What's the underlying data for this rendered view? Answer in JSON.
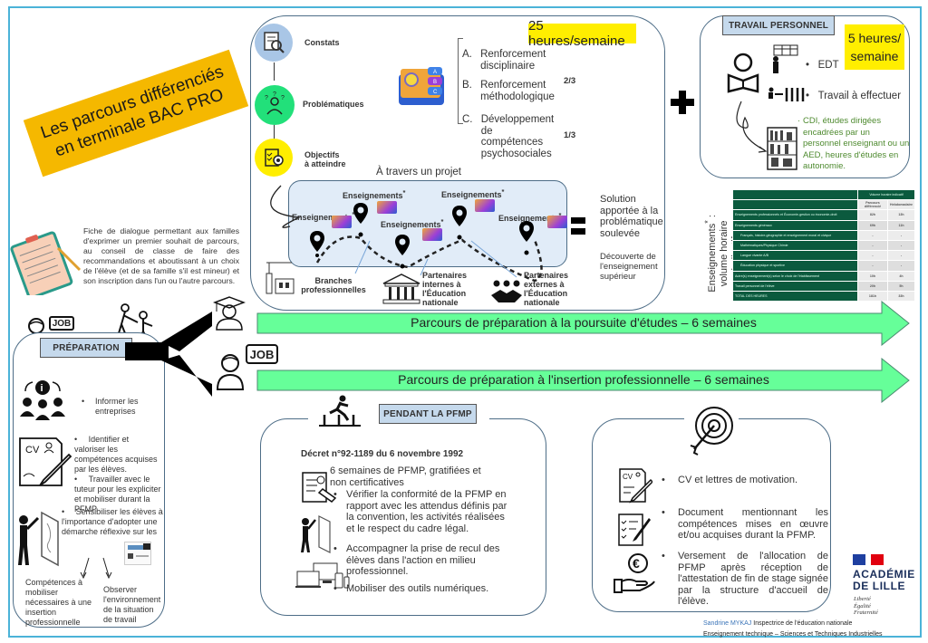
{
  "title": {
    "line1": "Les parcours différenciés",
    "line2": "en terminale BAC PRO"
  },
  "colors": {
    "frame": "#4bb3d8",
    "title_banner": "#f5b800",
    "hour_tag": "#ffee00",
    "arrow_fill": "#66ff99",
    "header_box": "#c5d9ec",
    "table_header": "#0b5a3e"
  },
  "project_box": {
    "hours_tag": "25 heures/semaine",
    "steps": [
      {
        "label": "Constats",
        "icon": "document-search-icon"
      },
      {
        "label": "Problématiques",
        "icon": "person-questions-icon"
      },
      {
        "label": "Objectifs\nà atteindre",
        "icon": "checklist-target-icon"
      }
    ],
    "options": [
      {
        "letter": "A.",
        "label": "Renforcement disciplinaire"
      },
      {
        "letter": "B.",
        "label": "Renforcement méthodologique"
      },
      {
        "letter": "C.",
        "label": "Développement de compétences psychosociales"
      }
    ],
    "fraction_ab": "2/3",
    "fraction_c": "1/3",
    "project_title": "À travers un projet",
    "pin_label": "Enseignements",
    "pin_star": "*",
    "partners": [
      {
        "label": "Branches professionnelles",
        "icon": "factory-icon"
      },
      {
        "label": "Partenaires internes à l'Éducation nationale",
        "icon": "institution-icon"
      },
      {
        "label": "Partenaires externes à l'Éducation nationale",
        "icon": "handshake-icon"
      }
    ],
    "solution": "Solution apportée à la problématique soulevée",
    "discovery": "Découverte de l'enseignement supérieur"
  },
  "personal_work": {
    "header": "TRAVAIL PERSONNEL",
    "hours_line1": "5 heures/",
    "hours_line2": "semaine",
    "items": [
      {
        "label": "EDT"
      },
      {
        "label": "Travail à effectuer"
      }
    ],
    "cdi_text": "CDI, études dirigées encadrées par un personnel enseignant ou un AED, heures d'études en autonomie."
  },
  "timetable": {
    "side_label_1": "Enseignements",
    "side_label_star": "*",
    "side_label_2": "volume horaire indicatif",
    "header": "Volume horaire indicatif",
    "col1": "Parcours différencié",
    "col2": "Hebdomadaire",
    "rows": [
      {
        "label": "Enseignements professionnels et Économie-gestion ou économie-droit",
        "v1": "82h",
        "v2": "13h"
      },
      {
        "label": "Enseignements généraux",
        "v1": "69h",
        "v2": "11h"
      },
      {
        "label": "Français, histoire-géographie et enseignement moral et civique",
        "v1": "-",
        "v2": "-"
      },
      {
        "label": "Mathématiques/Physique Chimie",
        "v1": "-",
        "v2": "-"
      },
      {
        "label": "Langue vivante A/B",
        "v1": "-",
        "v2": "-"
      },
      {
        "label": "Éducation physique et sportive",
        "v1": "-",
        "v2": "-"
      },
      {
        "label": "Autre(s) enseignement(s) selon le choix de l'établissement",
        "v1": "10h",
        "v2": "4h"
      },
      {
        "label": "Travail personnel de l'élève",
        "v1": "20h",
        "v2": "5h"
      },
      {
        "label": "TOTAL DES HEURES",
        "v1": "181h",
        "v2": "33h"
      }
    ]
  },
  "dialogue": {
    "text": "Fiche de dialogue permettant aux familles d'exprimer un premier souhait de parcours, au conseil de classe de faire des recommandations et aboutissant à un choix de l'élève (et de sa famille s'il est mineur) et son inscription dans l'un ou l'autre parcours."
  },
  "job_label": "JOB",
  "preparation": {
    "header": "PRÉPARATION",
    "items": [
      {
        "text": "Informer les entreprises"
      },
      {
        "text": "Identifier et valoriser les compétences acquises par les élèves."
      },
      {
        "text": "Travailler avec le tuteur pour les expliciter et mobiliser durant la PFMP."
      },
      {
        "text": "Sensibiliser les élèves à l'importance d'adopter une démarche réflexive sur les"
      }
    ],
    "sub_left": "Compétences à mobiliser nécessaires à une insertion professionnelle",
    "sub_right": "Observer l'environnement de la situation de travail"
  },
  "arrows": {
    "studies": "Parcours de préparation à la poursuite d'études – 6 semaines",
    "insertion": "Parcours de préparation à l'insertion professionnelle – 6 semaines"
  },
  "pfmp": {
    "header": "PENDANT LA PFMP",
    "decree": "Décret n°92-1189 du 6 novembre 1992",
    "intro": "6 semaines de PFMP, gratifiées et non certificatives",
    "items": [
      {
        "text": "Vérifier la conformité de la PFMP en rapport avec les attendus définis par la convention, les activités réalisées et le respect du cadre légal."
      },
      {
        "text": "Accompagner la prise de recul des élèves dans l'action en milieu professionnel."
      },
      {
        "text": "Mobiliser des outils numériques."
      }
    ]
  },
  "after": {
    "items": [
      {
        "text": "CV et lettres de motivation."
      },
      {
        "text": "Document mentionnant les compétences mises en œuvre et/ou acquises durant la PFMP."
      },
      {
        "text": "Versement de l'allocation de PFMP après réception de l'attestation de fin de stage signée par la structure d'accueil de l'élève."
      }
    ]
  },
  "footer": {
    "academy_line1": "ACADÉMIE",
    "academy_line2": "DE LILLE",
    "motto1": "Liberté",
    "motto2": "Égalité",
    "motto3": "Fraternité",
    "author_name": "Sandrine MYKAJ",
    "author_role": "Inspectrice de l'éducation nationale",
    "department": "Enseignement technique – Sciences et Techniques Industrielles"
  }
}
